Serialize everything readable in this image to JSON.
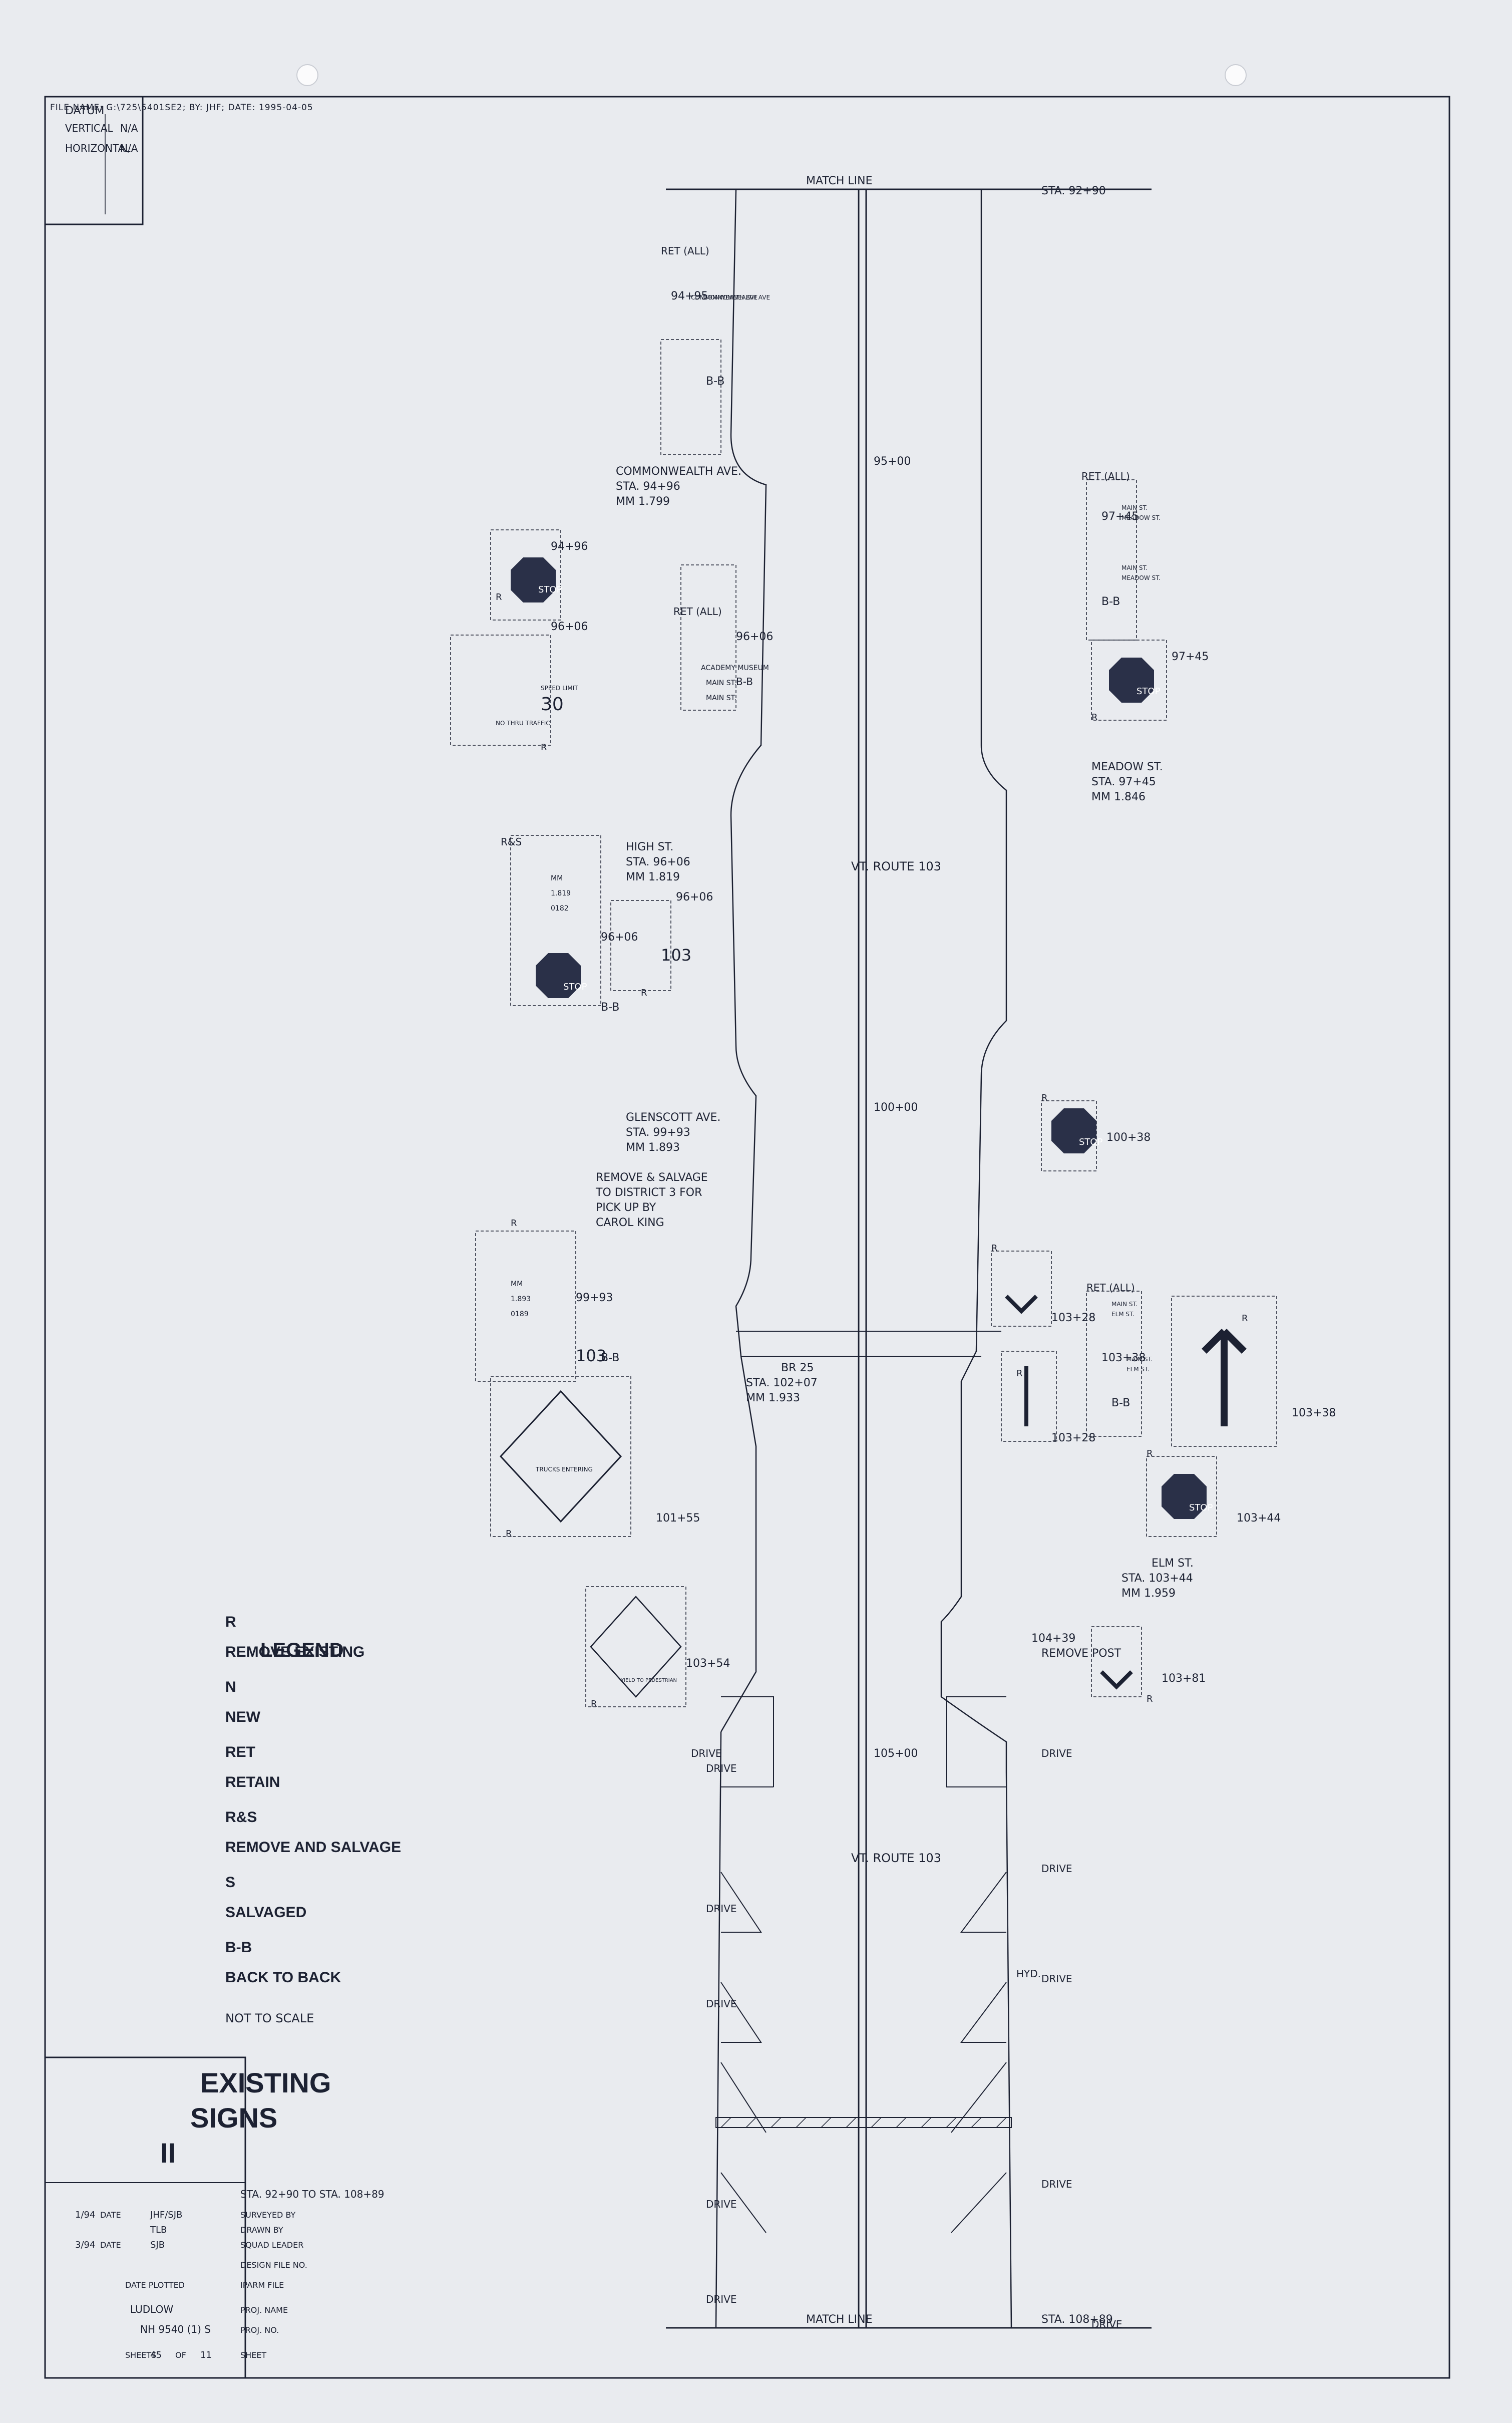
{
  "file_name": "FILE NAME: G:\\725\\5401SE2; BY: JHF; DATE: 1995-04-05",
  "datum": {
    "title": "DATUM",
    "vertical_label": "VERTICAL",
    "vertical_value": "N/A",
    "horizontal_label": "HORIZONTAL",
    "horizontal_value": "N/A"
  },
  "match_line": "MATCH LINE",
  "station_start": "STA. 92+90",
  "station_end": "STA. 108+89",
  "route_labels": [
    "VT. ROUTE 103",
    "VT. ROUTE 103"
  ],
  "stations": [
    "95+00",
    "100+00",
    "105+00"
  ],
  "streets": [
    {
      "name": "COMMONWEALTH AVE.",
      "sta": "STA. 94+96",
      "mm": "MM 1.799"
    },
    {
      "name": "HIGH ST.",
      "sta": "STA. 96+06",
      "mm": "MM 1.819"
    },
    {
      "name": "GLENSCOTT AVE.",
      "sta": "STA. 99+93",
      "mm": "MM 1.893"
    },
    {
      "name": "MEADOW ST.",
      "sta": "STA. 97+45",
      "mm": "MM 1.846"
    },
    {
      "name": "ELM ST.",
      "sta": "STA. 103+44",
      "mm": "MM 1.959"
    }
  ],
  "bridge": {
    "name": "BR 25",
    "sta": "STA. 102+07",
    "mm": "MM 1.933"
  },
  "salvage_note": [
    "REMOVE & SALVAGE",
    "TO DISTRICT 3 FOR",
    "PICK UP BY",
    "CAROL KING"
  ],
  "remove_post": "REMOVE POST",
  "signs": {
    "s9495": {
      "sta": "94+95",
      "bb": "B-B",
      "code": "RET (ALL)",
      "plates": [
        "COMMONWEALTH AVE",
        "COMMONWEALTH AVE"
      ]
    },
    "s9496": {
      "sta": "94+96",
      "text": "STOP",
      "code": "R"
    },
    "s9606a": {
      "sta": "96+06",
      "bb": "B-B",
      "code": "RET (ALL)",
      "plates": [
        "MAIN ST.",
        "MAIN ST."
      ],
      "museum": "ACADEMY MUSEUM"
    },
    "s9606b": {
      "sta": "96+06",
      "text1": "SPEED LIMIT",
      "text2": "30",
      "text3": "NO THRU TRAFFIC",
      "code": "R"
    },
    "s9606c": {
      "sta": "96+06",
      "route": "103",
      "code": "R"
    },
    "s9606d": {
      "sta": "96+06",
      "bb": "B-B",
      "code": "R&S",
      "text": "STOP",
      "mm": [
        "MM",
        "1.819",
        "0182"
      ]
    },
    "s9993": {
      "sta": "99+93",
      "bb": "B-B",
      "code": "R",
      "route": "103",
      "mm": [
        "MM",
        "1.893",
        "0189"
      ]
    },
    "s10155": {
      "sta": "101+55",
      "text": "TRUCKS ENTERING",
      "code": "R"
    },
    "s10354": {
      "sta": "103+54",
      "text": "YIELD TO PEDESTRIAN",
      "code": "R"
    },
    "s9745a": {
      "sta": "97+45",
      "bb": "B-B",
      "code": "RET (ALL)",
      "plates": [
        "MAIN ST.",
        "MEADOW ST.",
        "MAIN ST.",
        "MEADOW ST."
      ]
    },
    "s9745b": {
      "sta": "97+45",
      "text": "STOP",
      "code": "R"
    },
    "s10038": {
      "sta": "100+38",
      "text": "STOP",
      "code": "R"
    },
    "s10328a": {
      "sta": "103+28",
      "code": "R"
    },
    "s10338": {
      "sta": "103+38",
      "bb": "B-B",
      "code": "RET (ALL)",
      "plates": [
        "MAIN ST.",
        "ELM ST.",
        "MAIN ST.",
        "ELM ST."
      ]
    },
    "s10328b": {
      "sta": "103+28",
      "code": "R"
    },
    "s10338b": {
      "sta": "103+38",
      "code": "R"
    },
    "s10344": {
      "sta": "103+44",
      "text": "STOP",
      "code": "R"
    },
    "s10381": {
      "sta": "103+81",
      "code": "R"
    },
    "s10439": {
      "sta": "104+39"
    }
  },
  "drive_labels": [
    "DRIVE",
    "DRIVE",
    "DRIVE",
    "DRIVE",
    "DRIVE",
    "DRIVE",
    "DRIVE",
    "DRIVE",
    "DRIVE",
    "DRIVE",
    "DRIVE",
    "HYD."
  ],
  "legend": {
    "title": "LEGEND",
    "items": [
      {
        "code": "R",
        "desc": "REMOVE EXISTING"
      },
      {
        "code": "N",
        "desc": "NEW"
      },
      {
        "code": "RET",
        "desc": "RETAIN"
      },
      {
        "code": "R&S",
        "desc": "REMOVE AND SALVAGE"
      },
      {
        "code": "S",
        "desc": "SALVAGED"
      },
      {
        "code": "B-B",
        "desc": "BACK TO BACK"
      }
    ],
    "note": "NOT TO SCALE"
  },
  "title_block": {
    "title1": "EXISTING",
    "title2": "SIGNS",
    "title3": "II",
    "range": "STA. 92+90 TO STA. 108+89",
    "rows": [
      {
        "label": "SURVEYED BY",
        "value": "JHF/SJB",
        "date_label": "DATE",
        "date": "1/94"
      },
      {
        "label": "DRAWN BY",
        "value": "TLB",
        "date_label": "",
        "date": ""
      },
      {
        "label": "SQUAD LEADER",
        "value": "SJB",
        "date_label": "DATE",
        "date": "3/94"
      },
      {
        "label": "DESIGN FILE NO.",
        "value": "",
        "date_label": "",
        "date": ""
      },
      {
        "label": "IPARM FILE",
        "value": "",
        "date_label": "DATE PLOTTED",
        "date": ""
      },
      {
        "label": "PROJ. NAME",
        "value": "LUDLOW",
        "date_label": "",
        "date": ""
      },
      {
        "label": "PROJ. NO.",
        "value": "NH 9540 (1) S",
        "date_label": "",
        "date": ""
      }
    ],
    "sheet_label": "SHEET",
    "sheet_no": "11",
    "of_label": "OF",
    "sheet_total": "45",
    "sheets_label": "SHEETS"
  }
}
